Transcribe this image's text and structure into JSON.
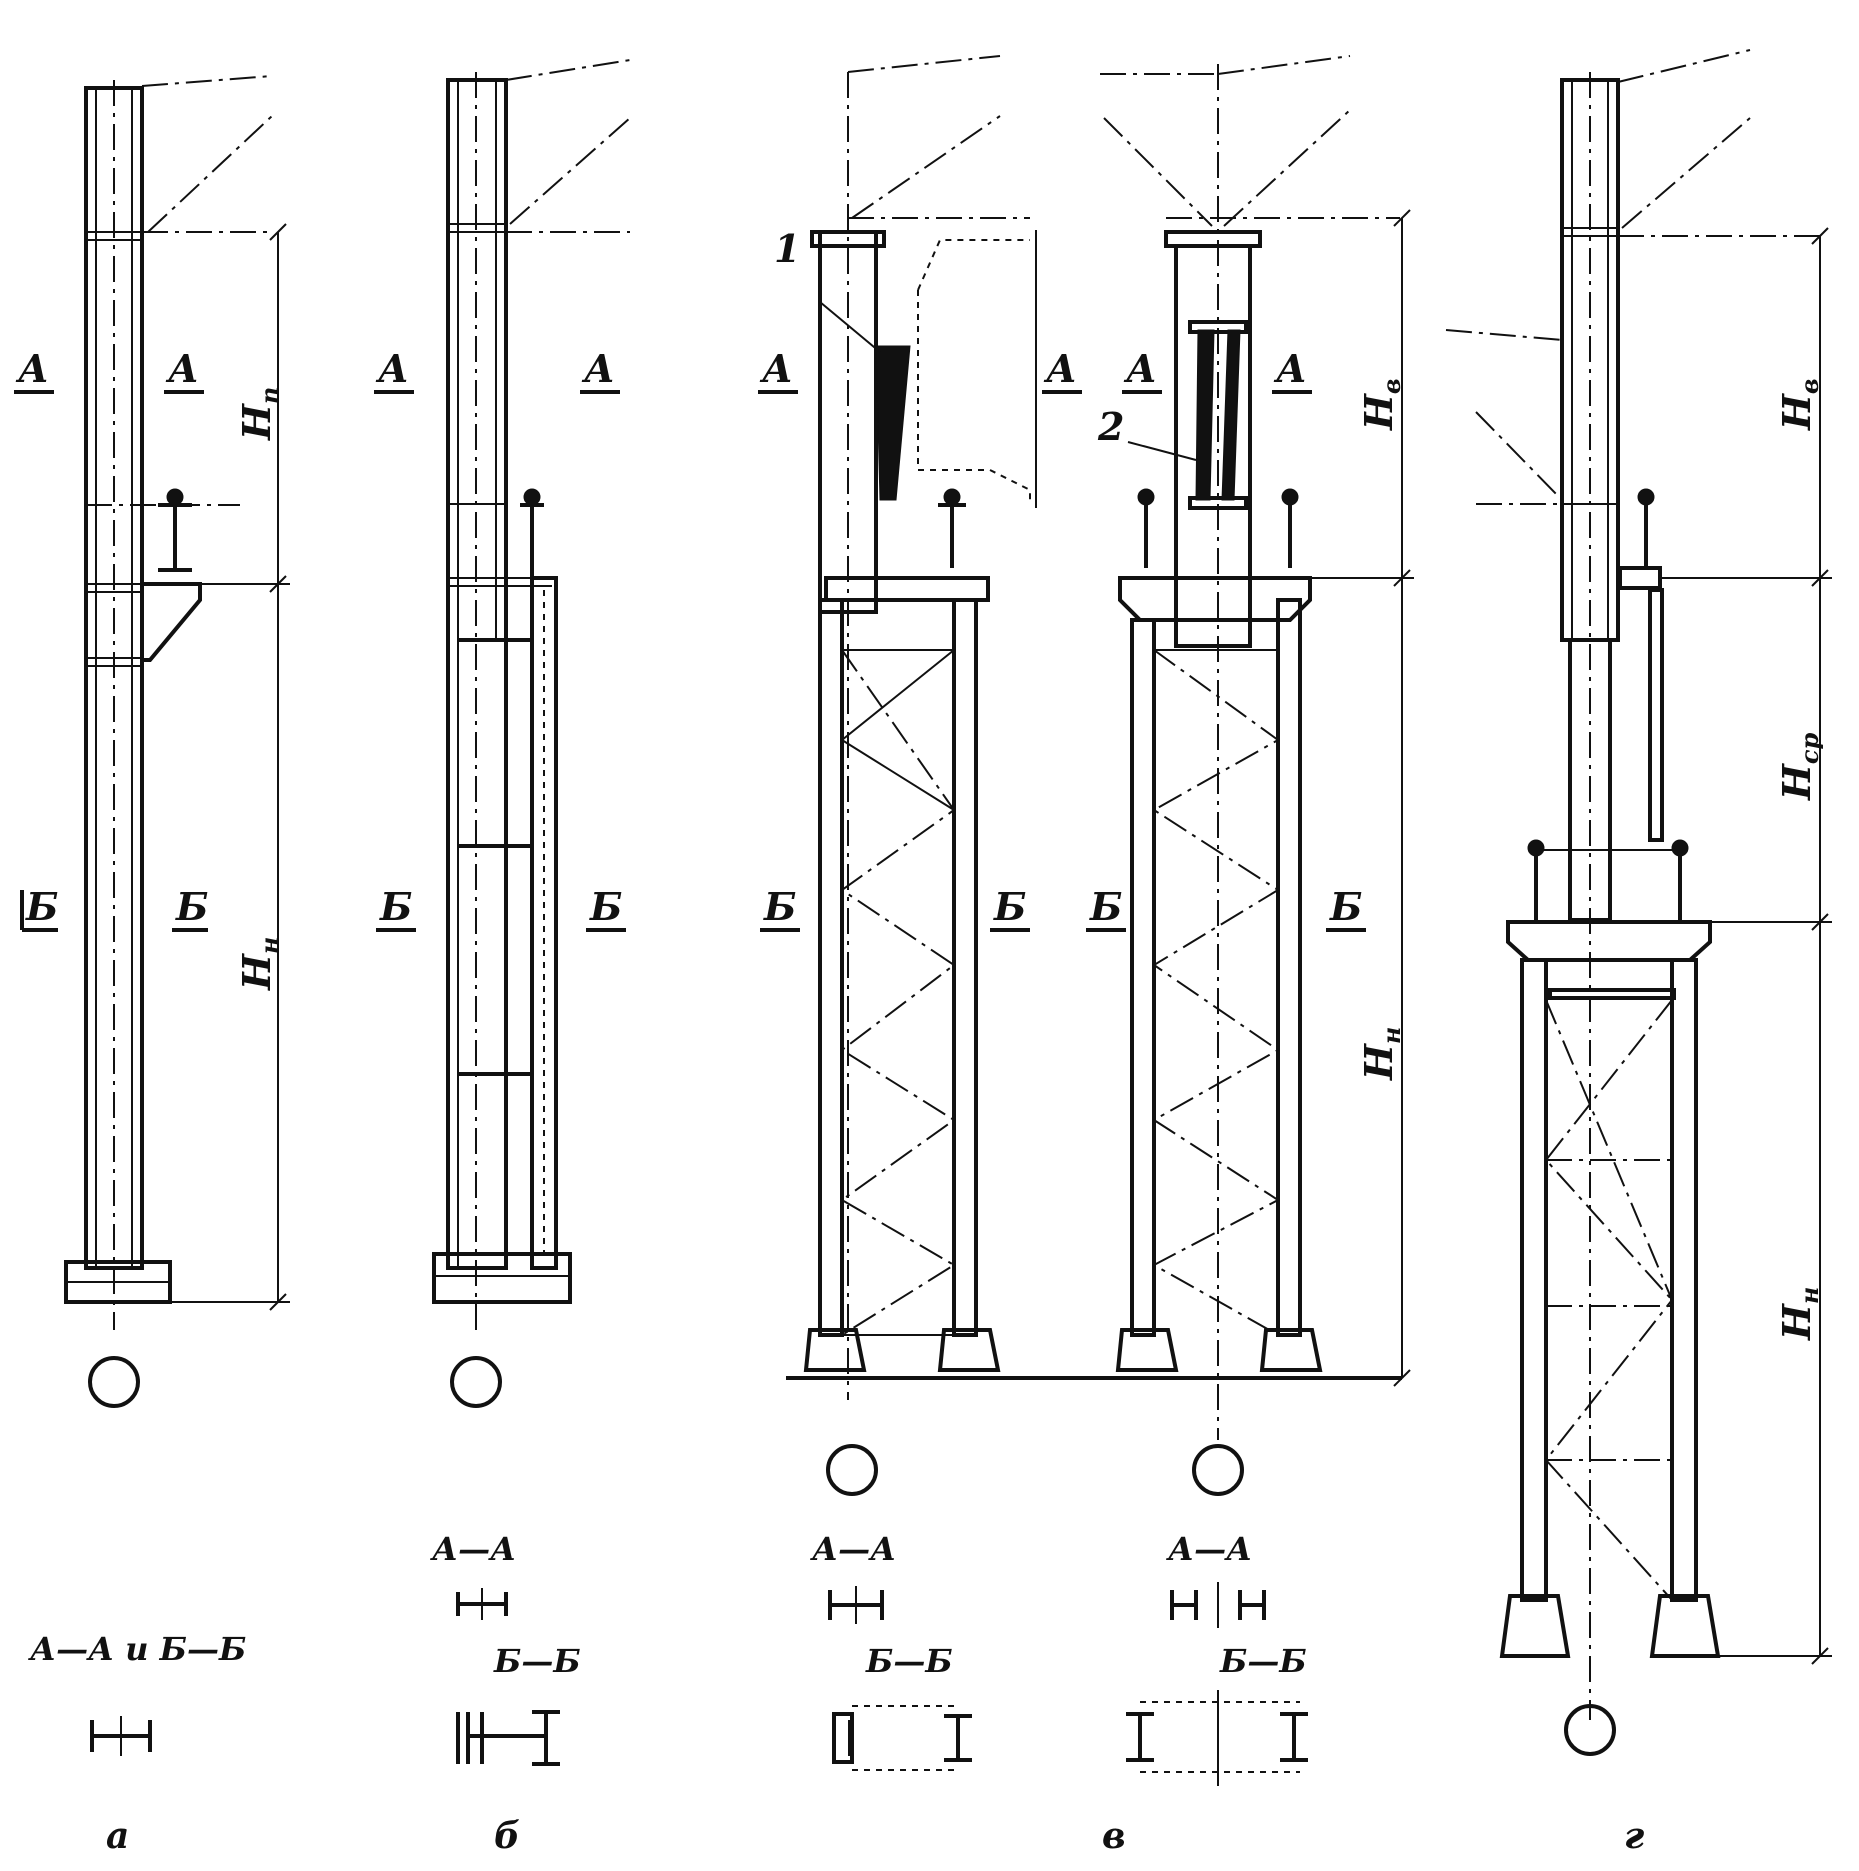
{
  "labels": {
    "section_a": "А",
    "section_b": "Б",
    "callout_1": "1",
    "callout_2": "2"
  },
  "dimensions": {
    "H_main": "H",
    "sub_p": "п",
    "sub_n": "н",
    "sub_v": "в",
    "sub_sr": "ср"
  },
  "sections": {
    "aa": "А—А",
    "bb": "Б—Б",
    "aa_and_bb": "А—А и Б—Б"
  },
  "captions": [
    "а",
    "б",
    "в",
    "г"
  ]
}
